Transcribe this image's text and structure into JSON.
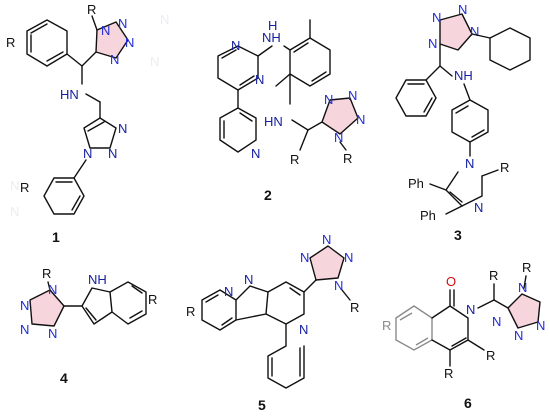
{
  "compounds": [
    {
      "id": "1",
      "number": "1"
    },
    {
      "id": "2",
      "number": "2"
    },
    {
      "id": "3",
      "number": "3"
    },
    {
      "id": "4",
      "number": "4"
    },
    {
      "id": "5",
      "number": "5"
    },
    {
      "id": "6",
      "number": "6"
    }
  ],
  "atoms": {
    "N": "N",
    "R": "R",
    "NH": "NH",
    "HN": "HN",
    "H": "H",
    "O": "O",
    "Ph": "Ph"
  },
  "colors": {
    "tetrazole_nitrogen": "#1f2bd6",
    "nitrogen": "#17219f",
    "oxygen": "#d11111",
    "tetrazole_highlight": "#f6d6dc",
    "substituent_gray": "#8a8a8a"
  }
}
